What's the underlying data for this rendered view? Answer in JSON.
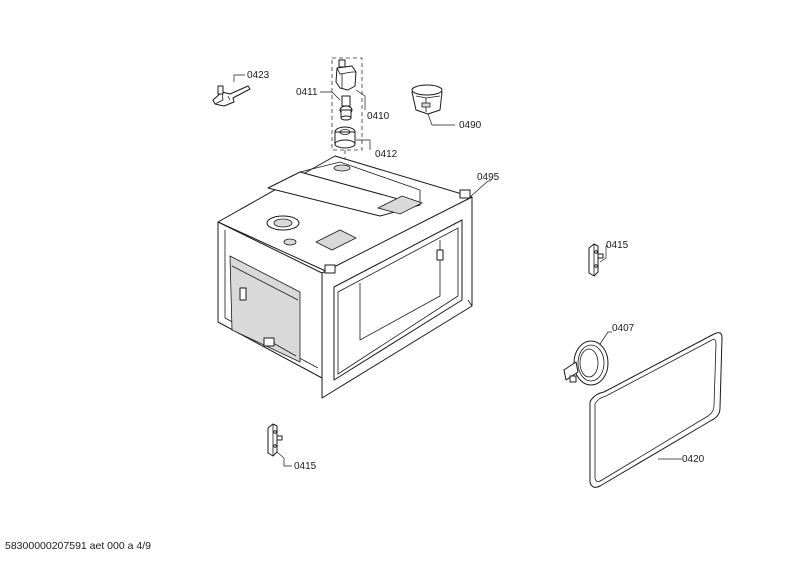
{
  "diagram": {
    "callouts": {
      "p0423": "0423",
      "p0411": "0411",
      "p0410": "0410",
      "p0412": "0412",
      "p0490": "0490",
      "p0495": "0495",
      "p0415a": "0415",
      "p0407": "0407",
      "p0420": "0420",
      "p0415b": "0415"
    },
    "footer": "58300000207591 aet 000 a 4/9"
  }
}
